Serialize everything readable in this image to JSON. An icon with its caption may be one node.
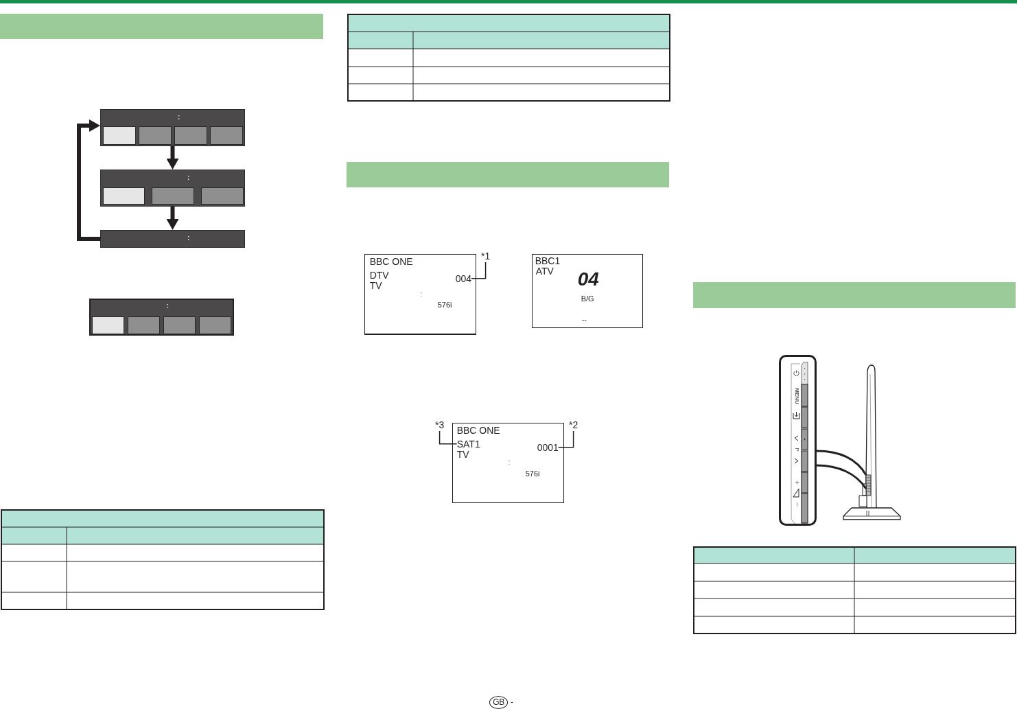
{
  "diagram": {
    "nodes": [
      {
        "text": [],
        "shape": "bar"
      },
      {
        "text": [
          ":"
        ]
      },
      {
        "text": [],
        "shape": "box",
        "in": 1
      },
      {
        "text": [],
        "shape": "box",
        "in": 1
      },
      {
        "text": [],
        "shape": "box",
        "in": 1
      },
      {
        "text": [],
        "shape": "box",
        "in": 1
      },
      {
        "text": [
          ":"
        ]
      },
      {
        "text": [],
        "shape": "box",
        "in": 6
      },
      {
        "text": [],
        "shape": "box",
        "in": 6
      },
      {
        "text": [],
        "shape": "box",
        "in": 6
      },
      {
        "text": [
          ":"
        ]
      },
      {
        "text": [
          ":"
        ]
      },
      {
        "text": [],
        "shape": "box",
        "in": 11
      },
      {
        "text": [],
        "shape": "box",
        "in": 11
      },
      {
        "text": [],
        "shape": "box",
        "in": 11
      },
      {
        "text": [],
        "shape": "box",
        "in": 11
      },
      {
        "text": [],
        "shape": "bar"
      },
      {
        "text": [
          "BBC ONE",
          "DTV",
          "TV",
          ":",
          "576i"
        ]
      },
      {
        "text": [
          "004"
        ],
        "in": 17
      },
      {
        "text": [
          "*1"
        ]
      },
      {
        "text": [
          "BBC1",
          "ATV",
          "04",
          "B/G",
          "--"
        ]
      },
      {
        "text": [
          "*3"
        ]
      },
      {
        "text": [
          "BBC ONE",
          "TV",
          ":",
          "576i"
        ]
      },
      {
        "text": [
          "SAT1"
        ],
        "in": 22
      },
      {
        "text": [
          "0001"
        ],
        "in": 22
      },
      {
        "text": [
          "*2"
        ]
      },
      {
        "text": [],
        "shape": "bar"
      },
      {
        "text": [
          "GB"
        ],
        "beside": [
          "-"
        ]
      }
    ],
    "edges": [
      {
        "from": 1,
        "to": 6,
        "arrow": "to",
        "style": "thick"
      },
      {
        "from": 6,
        "to": 10,
        "arrow": "to",
        "style": "thick"
      },
      {
        "from": 10,
        "to": 1,
        "arrow": "to",
        "style": "thick"
      },
      {
        "from": 19,
        "to": 18,
        "arrow": "none"
      },
      {
        "from": 21,
        "to": 23,
        "arrow": "none"
      },
      {
        "from": 25,
        "to": 24,
        "arrow": "none"
      }
    ],
    "labels": [
      "MENU",
      "P",
      "+",
      "−"
    ]
  }
}
